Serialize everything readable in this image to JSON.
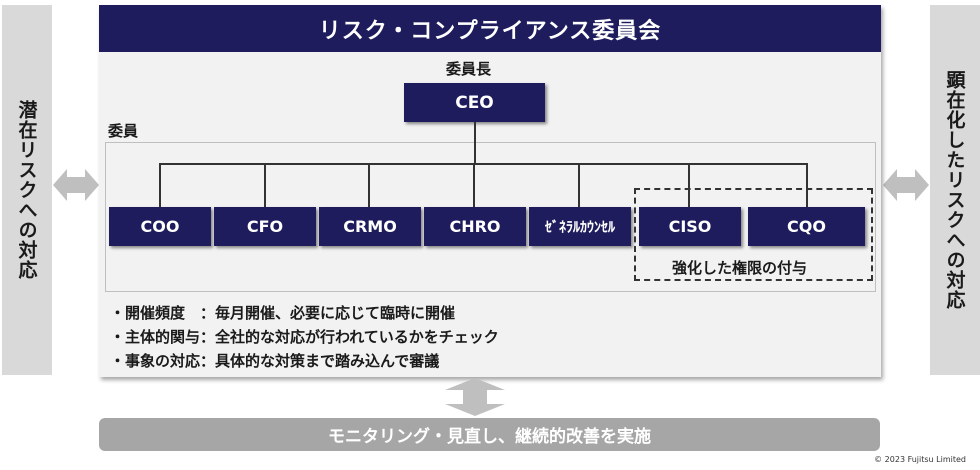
{
  "title": "リスク・コンプライアンス委員会",
  "left_side_label": "潜在リスクへの対応",
  "right_side_label": "顕在化したリスクへの対応",
  "chair": {
    "label": "委員長",
    "role": "CEO"
  },
  "members_label": "委員",
  "members": [
    "COO",
    "CFO",
    "CRMO",
    "CHRO",
    "ｾﾞﾈﾗﾙｶｳﾝｾﾙ",
    "CISO",
    "CQO"
  ],
  "strengthened_label": "強化した権限の付与",
  "policies": [
    "・開催頻度　：毎月開催、必要に応じて臨時に開催",
    "・主体的関与：全社的な対応が行われているかをチェック",
    "・事象の対応：具体的な対策まで踏み込んで審議"
  ],
  "monitoring": "モニタリング・見直し、継続的改善を実施",
  "copyright": "© 2023 Fujitsu Limited",
  "colors": {
    "navy": "#1e1c5c",
    "panel": "#f2f2f2",
    "side": "#d9d9d9",
    "arrow": "#bfbfbf",
    "bar": "#a6a6a6"
  }
}
